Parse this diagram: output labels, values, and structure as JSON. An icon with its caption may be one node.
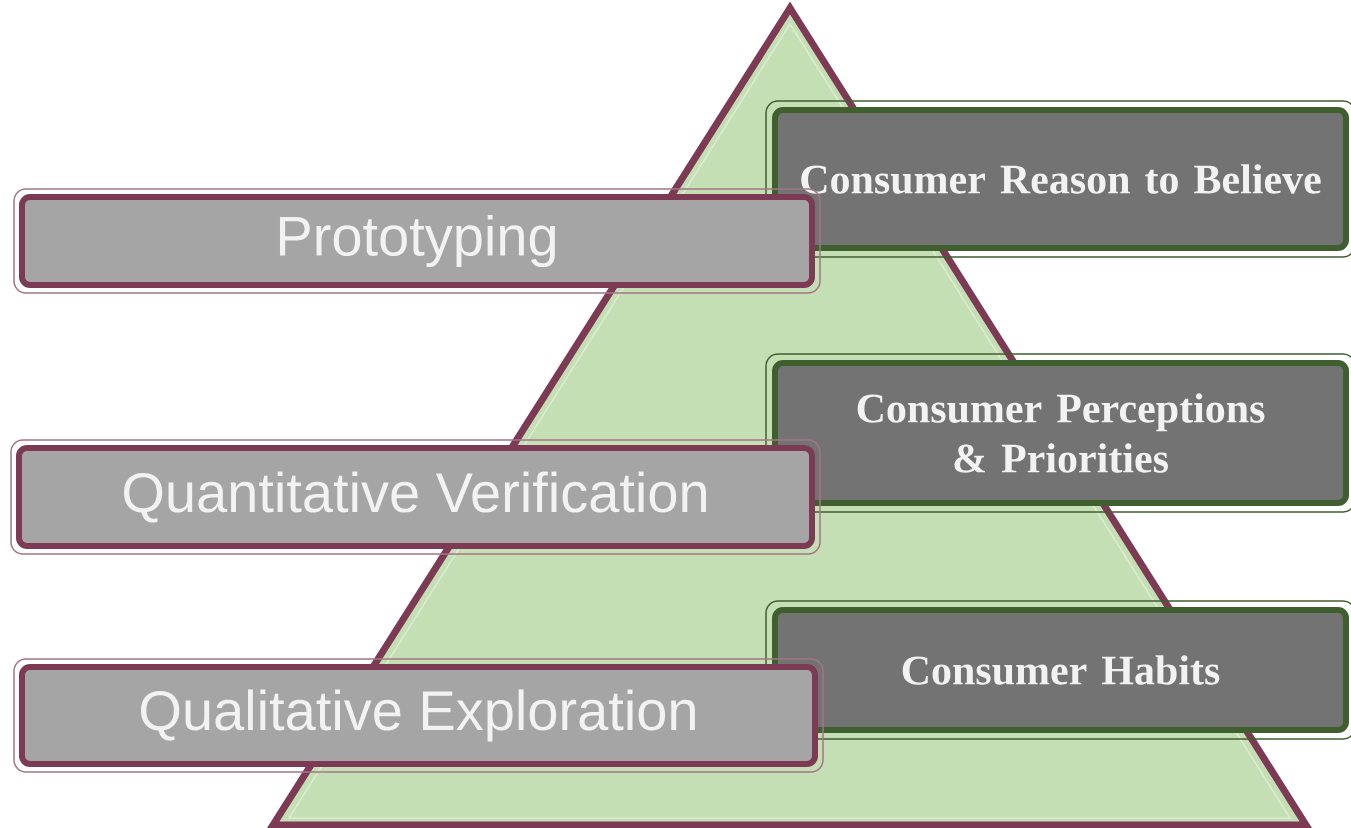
{
  "diagram": {
    "nodes": [
      {
        "text": [
          "Consumer Reason to Believe"
        ]
      },
      {
        "text": [
          "Prototyping"
        ]
      },
      {
        "text": [
          "Consumer Perceptions & Priorities"
        ]
      },
      {
        "text": [
          "Quantitative Verification"
        ]
      },
      {
        "text": [
          "Consumer Habits"
        ]
      },
      {
        "text": [
          "Qualitative Exploration"
        ]
      }
    ]
  }
}
